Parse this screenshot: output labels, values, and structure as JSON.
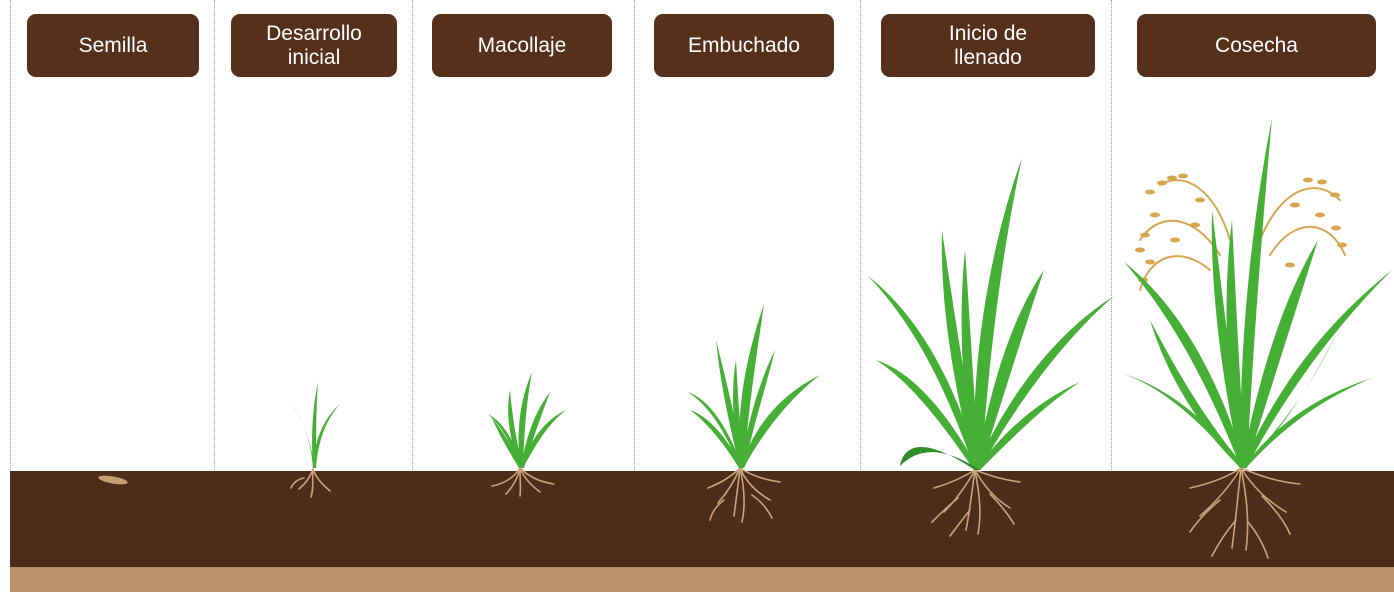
{
  "stages": [
    {
      "label": "Semilla"
    },
    {
      "label": "Desarrollo\ninicial"
    },
    {
      "label": "Macollaje"
    },
    {
      "label": "Embuchado"
    },
    {
      "label": "Inicio de\nllenado"
    },
    {
      "label": "Cosecha"
    }
  ],
  "colors": {
    "label_bg": "#56301b",
    "soil": "#4e2c1a",
    "subsoil": "#b99168",
    "leaf": "#45b035",
    "leaf_dark": "#2f8f2a",
    "root": "#c9a27a",
    "grain": "#d9a550",
    "seed": "#c69f73"
  }
}
